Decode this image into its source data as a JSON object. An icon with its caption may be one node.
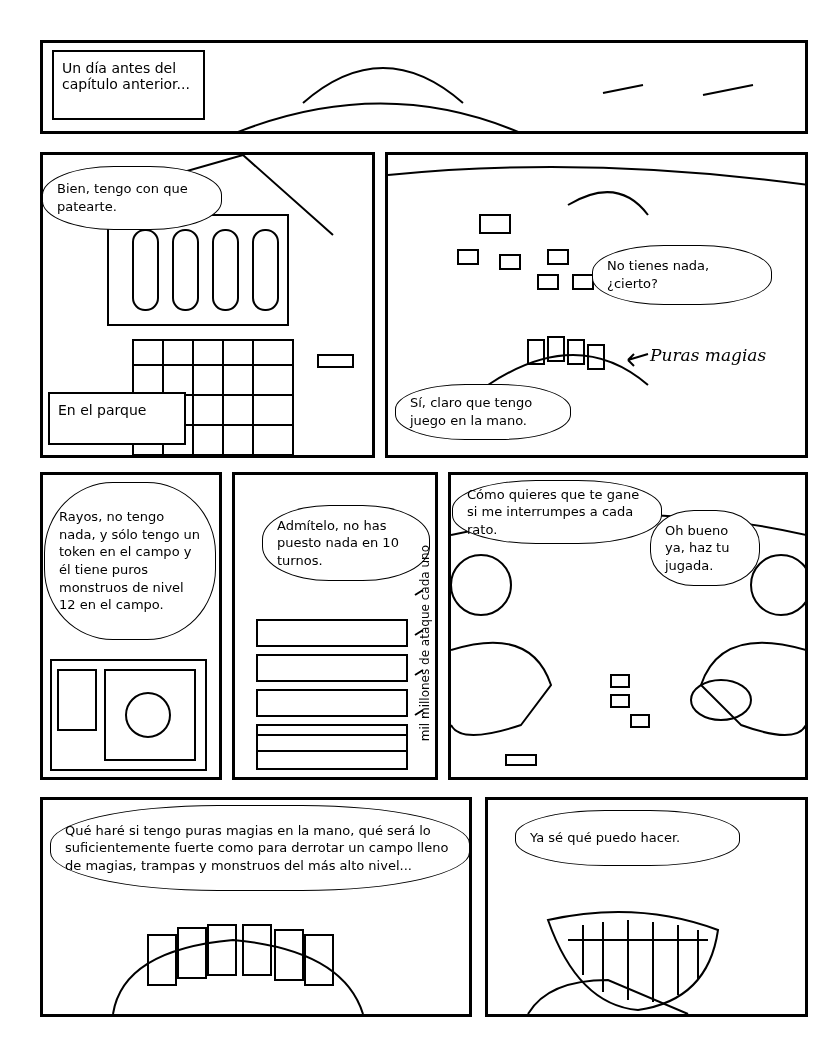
{
  "diagram": {
    "nodes": [
      {
        "text": [],
        "shape": "box"
      },
      {
        "text": [
          "Un día antes del capítulo anterior..."
        ],
        "in": 0
      },
      {
        "text": [],
        "shape": "box"
      },
      {
        "text": [
          "Bien, tengo con que patearte."
        ],
        "in": 2
      },
      {
        "text": [
          "En el parque"
        ],
        "in": 2
      },
      {
        "text": [],
        "shape": "box"
      },
      {
        "text": [
          "No tienes nada, ¿cierto?"
        ],
        "in": 5
      },
      {
        "text": [
          "Sí, claro que tengo juego en la mano."
        ],
        "in": 5
      },
      {
        "text": [],
        "shape": "box"
      },
      {
        "text": [
          "Rayos, no tengo nada, y sólo tengo un token en el campo y él tiene puros monstruos de nivel 12 en el campo."
        ],
        "in": 8
      },
      {
        "text": [],
        "shape": "box"
      },
      {
        "text": [
          "Admítelo, no has puesto nada en 10 turnos."
        ],
        "in": 10
      },
      {
        "text": [],
        "shape": "box"
      },
      {
        "text": [
          "Cómo quieres que te gane si me interrumpes a cada rato."
        ],
        "in": 12
      },
      {
        "text": [
          "Oh bueno ya, haz tu jugada."
        ],
        "in": 12
      },
      {
        "text": [],
        "shape": "box"
      },
      {
        "text": [
          "Qué haré si tengo puras magias en la mano, qué será lo suficientemente fuerte como para derrotar un campo lleno de magias, trampas y monstruos del más alto nivel..."
        ],
        "in": 15
      },
      {
        "text": [],
        "shape": "box"
      },
      {
        "text": [
          "Ya sé qué puedo hacer."
        ],
        "in": 17
      }
    ],
    "labels": [
      "Puras magias",
      "mil millones de ataque cada uno"
    ]
  }
}
